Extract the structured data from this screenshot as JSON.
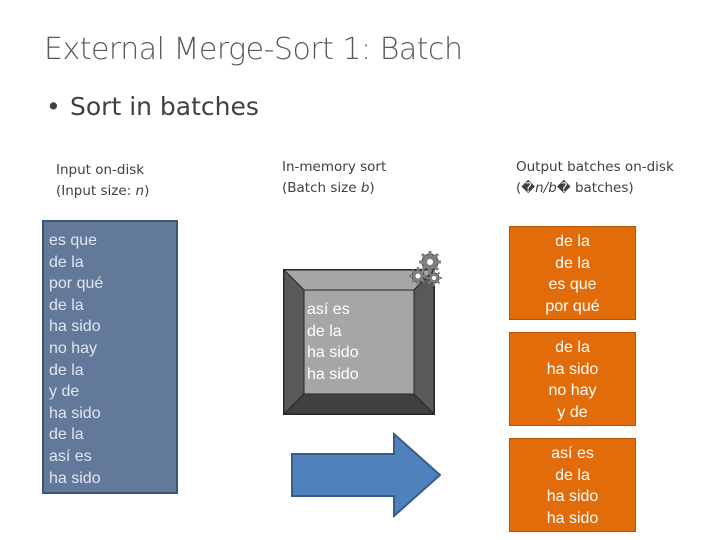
{
  "slide": {
    "title": "External Merge-Sort 1: Batch",
    "bullet": "Sort in batches"
  },
  "captions": {
    "input_line1": "Input on-disk",
    "input_line2_prefix": "(Input size: ",
    "input_line2_var": "n",
    "input_line2_suffix": ")",
    "memory_line1": "In-memory sort",
    "memory_line2_prefix": "(Batch size ",
    "memory_line2_var": "b",
    "memory_line2_suffix": ")",
    "output_line1": "Output batches on-disk",
    "output_line2_prefix": "(�",
    "output_line2_var": "n/b",
    "output_line2_suffix": "� batches)"
  },
  "input_words": [
    "es que",
    "de la",
    "por qué",
    "de la",
    "ha sido",
    "no hay",
    "de la",
    "y de",
    "ha sido",
    "de la",
    "así es",
    "ha sido"
  ],
  "memory_words": [
    "así es",
    "de la",
    "ha sido",
    "ha sido"
  ],
  "output_batches": [
    [
      "de la",
      "de la",
      "es que",
      "por qué"
    ],
    [
      "de la",
      "ha sido",
      "no hay",
      "y de"
    ],
    [
      "así es",
      "de la",
      "ha sido",
      "ha sido"
    ]
  ],
  "colors": {
    "input_fill": "#63799a",
    "output_fill": "#e36c0a",
    "arrow_fill": "#4f81bd",
    "frame_dark": "#404040",
    "frame_inner": "#a6a6a6"
  },
  "icons": [
    "gear-icon",
    "gear-icon"
  ]
}
